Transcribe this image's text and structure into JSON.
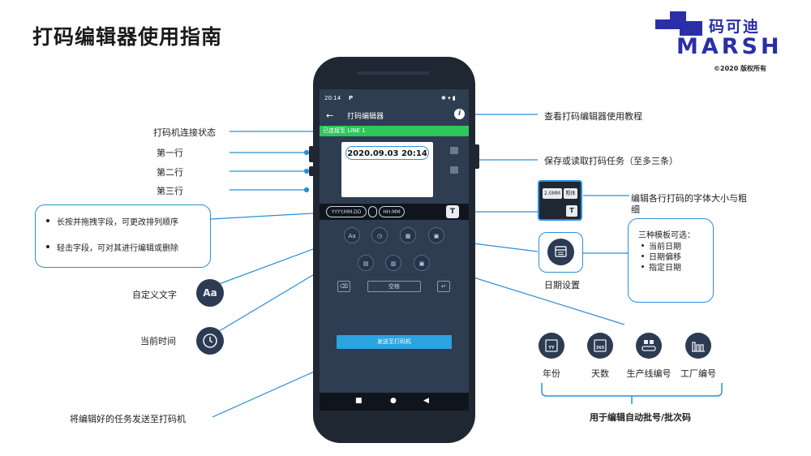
{
  "header": {
    "title": "打码编辑器使用指南",
    "logo_cn": "码可迪",
    "logo_en": "MARSH",
    "copyright": "©2020 版权所有"
  },
  "phone": {
    "status_time": "20:14",
    "status_icons": "P",
    "status_right": "✱ ▾ ▮",
    "back_icon": "←",
    "screen_title": "打码编辑器",
    "info_icon": "i",
    "connection": "已连接至 LINE 1",
    "field_text": "2020.09.03 20:14",
    "date_pill": "YYYY.MM.DD",
    "time_pill": "HH:MM",
    "font_icon": "T",
    "key_aa": "Aa",
    "key_space": "空格",
    "key_backspace": "⌫",
    "key_enter": "↵",
    "send_button": "发送至打码机",
    "nav_square": "■",
    "nav_circle": "●",
    "nav_back": "◀"
  },
  "labels": {
    "connection_status": "打码机连接状态",
    "row1": "第一行",
    "row2": "第二行",
    "row3": "第三行",
    "custom_text": "自定义文字",
    "current_time": "当前时间",
    "send_desc": "将编辑好的任务发送至打码机",
    "tutorial": "查看打码编辑器使用教程",
    "save_load": "保存或读取打码任务（至多三条）",
    "font_edit_1": "编辑各行打码的字体大小与粗",
    "font_edit_2": "细",
    "date_setting": "日期设置",
    "auto_batch": "用于编辑自动批号/批次码"
  },
  "callout_left": {
    "bullet1": "长按并拖拽字段，可更改排列顺序",
    "bullet2": "轻击字段，可对其进行编辑或删除"
  },
  "zoom": {
    "size": "2.0MM",
    "weight": "粗体",
    "icon": "T"
  },
  "templates": {
    "title": "三种模板可选：",
    "items": [
      "当前日期",
      "日期偏移",
      "指定日期"
    ]
  },
  "custom_icon": "Aa",
  "bottom_items": [
    {
      "label": "年份",
      "icon": "year-icon",
      "glyph": "YY"
    },
    {
      "label": "天数",
      "icon": "day-count-icon",
      "glyph": "365"
    },
    {
      "label": "生产线编号",
      "icon": "production-line-icon",
      "glyph": ""
    },
    {
      "label": "工厂编号",
      "icon": "factory-icon",
      "glyph": ""
    }
  ],
  "colors": {
    "accent": "#2a8fd6",
    "brand": "#2b2fa6",
    "phone_screen": "#2e3d51",
    "connected_green": "#2dc75a",
    "send_button": "#2aa3e0"
  }
}
